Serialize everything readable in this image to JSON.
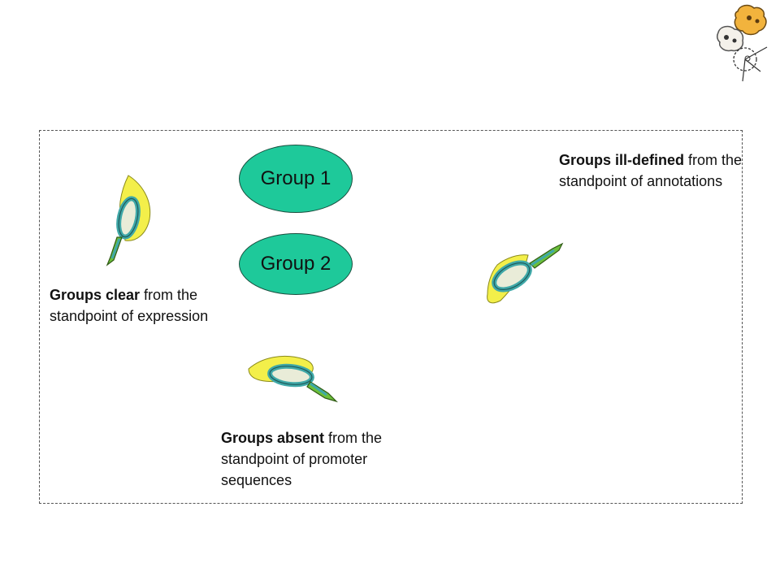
{
  "groups": {
    "group1": "Group 1",
    "group2": "Group 2"
  },
  "captions": {
    "expression": {
      "bold": "Groups clear",
      "rest": " from the standpoint of expression"
    },
    "promoter": {
      "bold": "Groups absent",
      "rest": " from the standpoint of promoter sequences"
    },
    "annotations": {
      "bold": "Groups ill-defined",
      "rest": " from the standpoint of annotations"
    }
  },
  "colors": {
    "oval_fill": "#1ec99a",
    "leaf_yellow": "#f3ef4a",
    "lens_teal": "#3fa8a8",
    "handle_green": "#6cbf3a"
  },
  "icons": [
    "magnifier-icon",
    "mascot-logo-icon"
  ]
}
